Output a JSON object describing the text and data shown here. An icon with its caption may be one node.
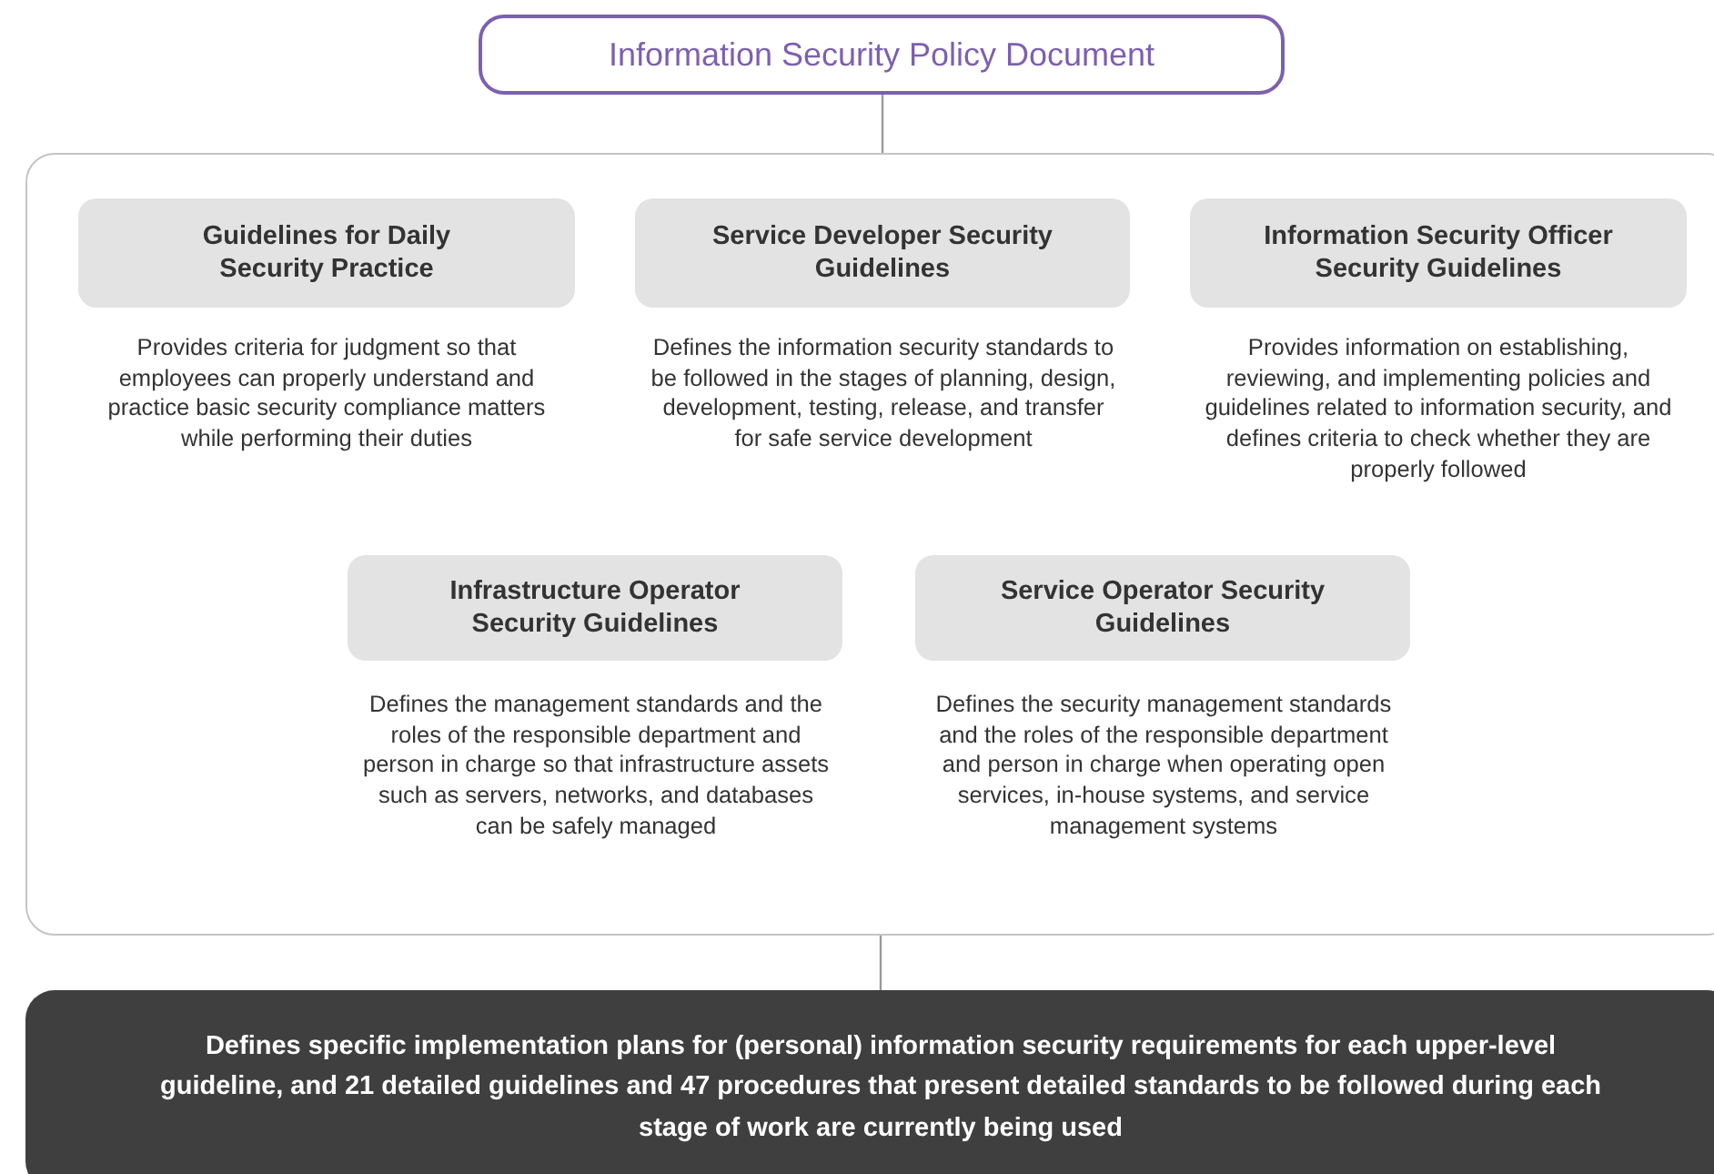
{
  "diagram": {
    "nodes": [
      {
        "text": [
          "Information Security Policy Document"
        ]
      },
      {
        "text": [],
        "shape": "box"
      },
      {
        "text": [
          "Guidelines for Daily Security Practice"
        ],
        "in": 1,
        "beside": [
          "Provides criteria for judgment so that employees can properly understand and practice basic security compliance matters while performing their duties"
        ]
      },
      {
        "text": [
          "Service Developer Security Guidelines"
        ],
        "in": 1,
        "beside": [
          "Defines the information security standards to be followed in the stages of planning, design, development, testing, release, and transfer for safe service development"
        ]
      },
      {
        "text": [
          "Information Security Officer Security Guidelines"
        ],
        "in": 1,
        "beside": [
          "Provides information on establishing, reviewing, and implementing policies and guidelines related to information security, and defines criteria to check whether they are properly followed"
        ]
      },
      {
        "text": [
          "Infrastructure Operator Security Guidelines"
        ],
        "in": 1,
        "beside": [
          "Defines the management standards and the roles of the responsible department and person in charge so that infrastructure assets such as servers, networks, and databases can be safely managed"
        ]
      },
      {
        "text": [
          "Service Operator Security Guidelines"
        ],
        "in": 1,
        "beside": [
          "Defines the security management standards and the roles of the responsible department and person in charge when operating open services, in-house systems, and service management systems"
        ]
      },
      {
        "text": [
          "Defines specific implementation plans for (personal) information security requirements for each upper-level guideline, and 21 detailed guidelines and 47 procedures that present detailed standards to be followed during each stage of work are currently being used"
        ]
      }
    ],
    "edges": [
      {
        "from": 0,
        "to": 1,
        "arrow": "none"
      },
      {
        "from": 1,
        "to": 7,
        "arrow": "none"
      }
    ]
  }
}
